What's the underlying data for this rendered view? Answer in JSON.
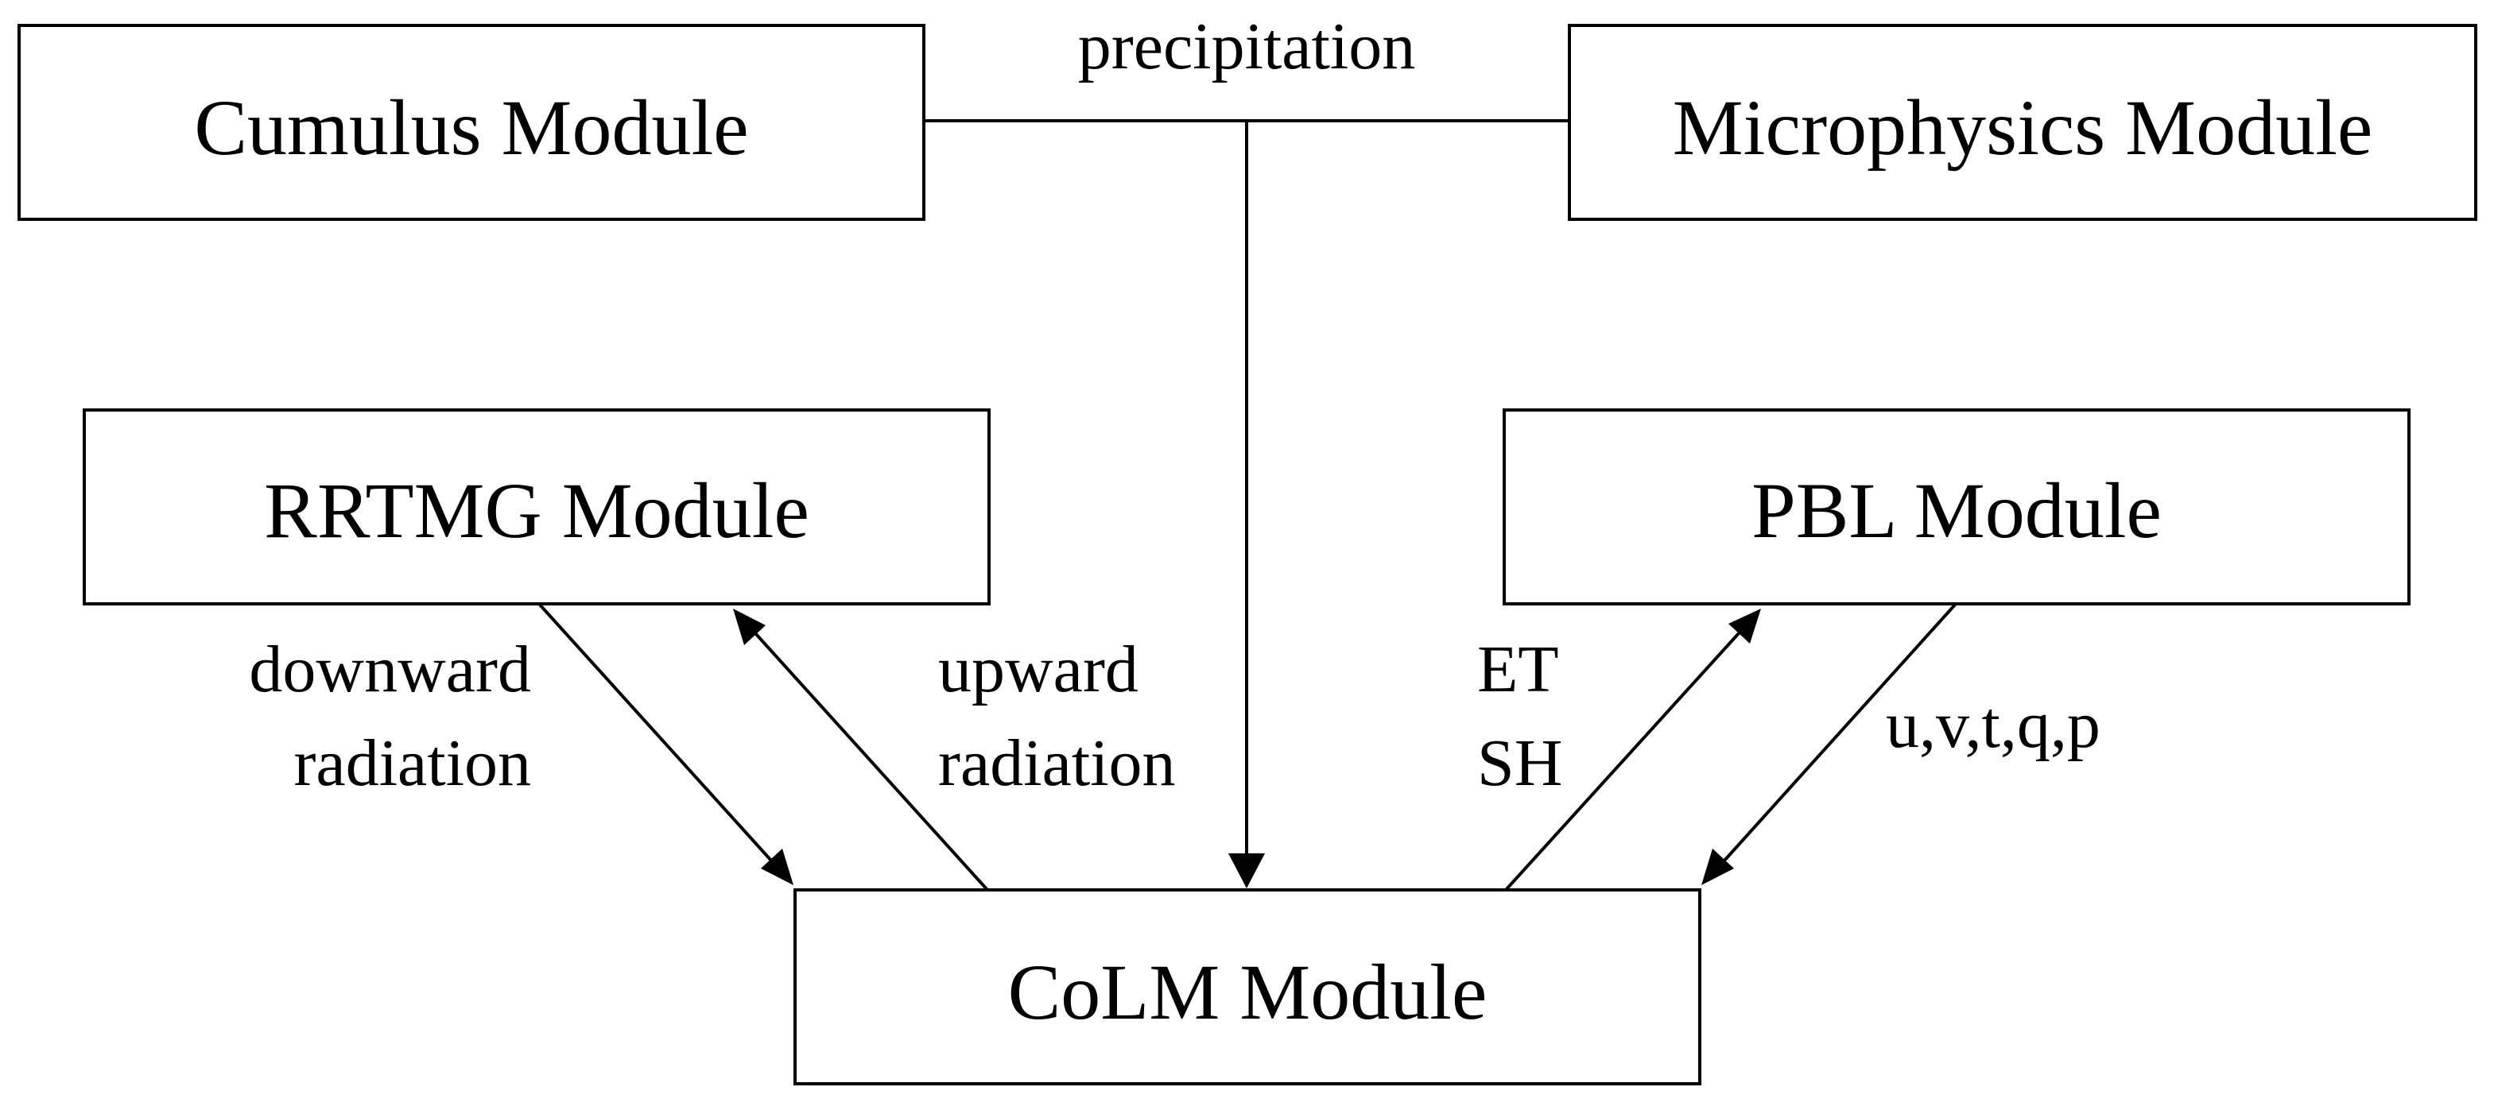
{
  "modules": {
    "cumulus": "Cumulus Module",
    "microphysics": "Microphysics Module",
    "rrtmg": "RRTMG Module",
    "pbl": "PBL Module",
    "colm": "CoLM Module"
  },
  "flows": {
    "precipitation": "precipitation",
    "downward_radiation": [
      "downward",
      "radiation"
    ],
    "upward_radiation": [
      "upward",
      "radiation"
    ],
    "et_sh": [
      "ET",
      "SH"
    ],
    "state_vars": "u,v,t,q,p"
  }
}
